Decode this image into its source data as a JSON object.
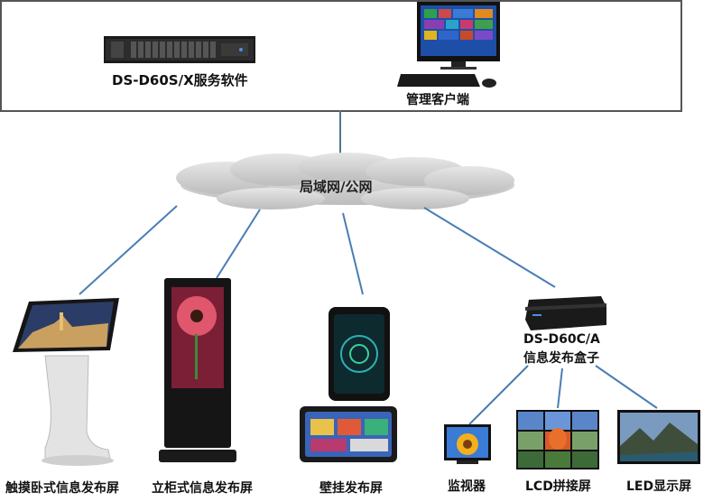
{
  "server_software": "DS-D60S/X服务软件",
  "client": "管理客户端",
  "network": "局域网/公网",
  "terminals": {
    "touch_kiosk": "触摸卧式信息发布屏",
    "standing_kiosk": "立柜式信息发布屏",
    "wall_mount": "壁挂发布屏",
    "box_model": "DS-D60C/A",
    "box_name": "信息发布盒子",
    "monitor": "监视器",
    "lcd_wall": "LCD拼接屏",
    "led": "LED显示屏"
  },
  "colors": {
    "line": "#4a7db5",
    "line_dark": "#4a7a8c",
    "cloud": "#d4d4d4",
    "box_border": "#555555"
  }
}
